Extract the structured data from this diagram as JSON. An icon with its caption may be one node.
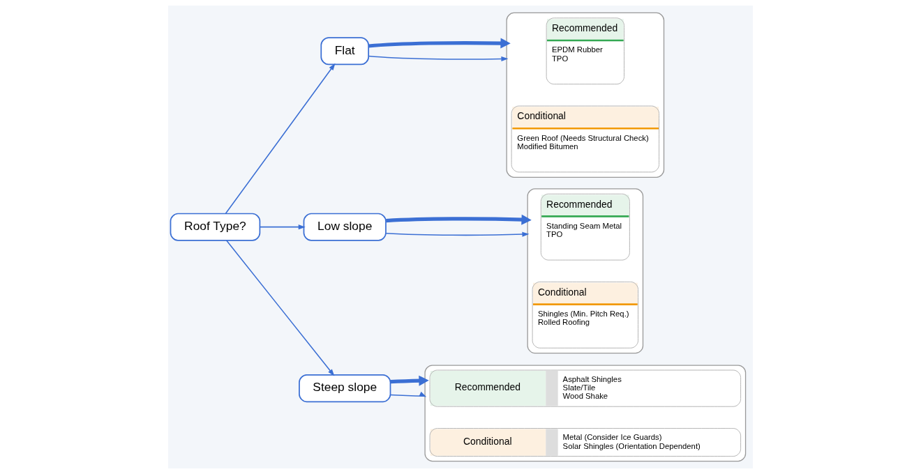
{
  "diagram": {
    "nodes": [
      {
        "text": [
          "Roof Type?"
        ]
      },
      {
        "text": [
          "Flat"
        ]
      },
      {
        "text": [
          "Low slope"
        ]
      },
      {
        "text": [
          "Steep slope"
        ]
      },
      {
        "text": [],
        "shape": "box"
      },
      {
        "text": [
          "Recommended",
          "EPDM Rubber",
          "TPO"
        ],
        "in": 4
      },
      {
        "text": [
          "Conditional",
          "Green Roof (Needs Structural Check)",
          "Modified Bitumen"
        ],
        "in": 4
      },
      {
        "text": [],
        "shape": "box"
      },
      {
        "text": [
          "Recommended",
          "Standing Seam Metal",
          "TPO"
        ],
        "in": 7
      },
      {
        "text": [
          "Conditional",
          "Shingles (Min. Pitch Req.)",
          "Rolled Roofing"
        ],
        "in": 7
      },
      {
        "text": [],
        "shape": "box"
      },
      {
        "text": [
          "Recommended",
          "Asphalt Shingles",
          "Slate/Tile",
          "Wood Shake"
        ],
        "in": 10
      },
      {
        "text": [
          "Conditional",
          "Metal (Consider Ice Guards)",
          "Solar Shingles (Orientation Dependent)"
        ],
        "in": 10
      }
    ],
    "edges": [
      {
        "from": 0,
        "to": 1,
        "arrow": "to"
      },
      {
        "from": 0,
        "to": 2,
        "arrow": "to"
      },
      {
        "from": 0,
        "to": 3,
        "arrow": "to"
      },
      {
        "from": 1,
        "to": 4,
        "arrow": "to"
      },
      {
        "from": 1,
        "to": 4,
        "arrow": "to",
        "style": "thick"
      },
      {
        "from": 2,
        "to": 7,
        "arrow": "to"
      },
      {
        "from": 2,
        "to": 7,
        "arrow": "to",
        "style": "thick"
      },
      {
        "from": 3,
        "to": 10,
        "arrow": "to"
      },
      {
        "from": 3,
        "to": 10,
        "arrow": "to",
        "style": "thick"
      }
    ]
  }
}
